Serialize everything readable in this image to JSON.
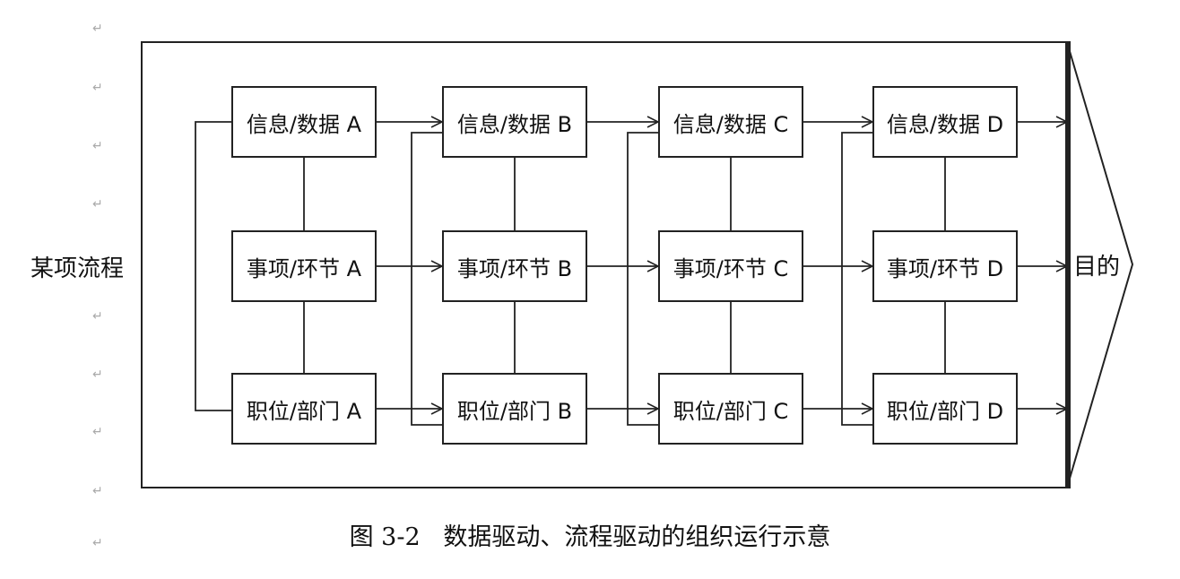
{
  "process_label": "某项流程",
  "goal_label": "目的",
  "columns": [
    {
      "info": "信息/数据 A",
      "item": "事项/环节 A",
      "role": "职位/部门 A"
    },
    {
      "info": "信息/数据 B",
      "item": "事项/环节 B",
      "role": "职位/部门 B"
    },
    {
      "info": "信息/数据 C",
      "item": "事项/环节 C",
      "role": "职位/部门 C"
    },
    {
      "info": "信息/数据 D",
      "item": "事项/环节 D",
      "role": "职位/部门 D"
    }
  ],
  "caption": {
    "number": "图 3-2",
    "text": "数据驱动、流程驱动的组织运行示意"
  }
}
